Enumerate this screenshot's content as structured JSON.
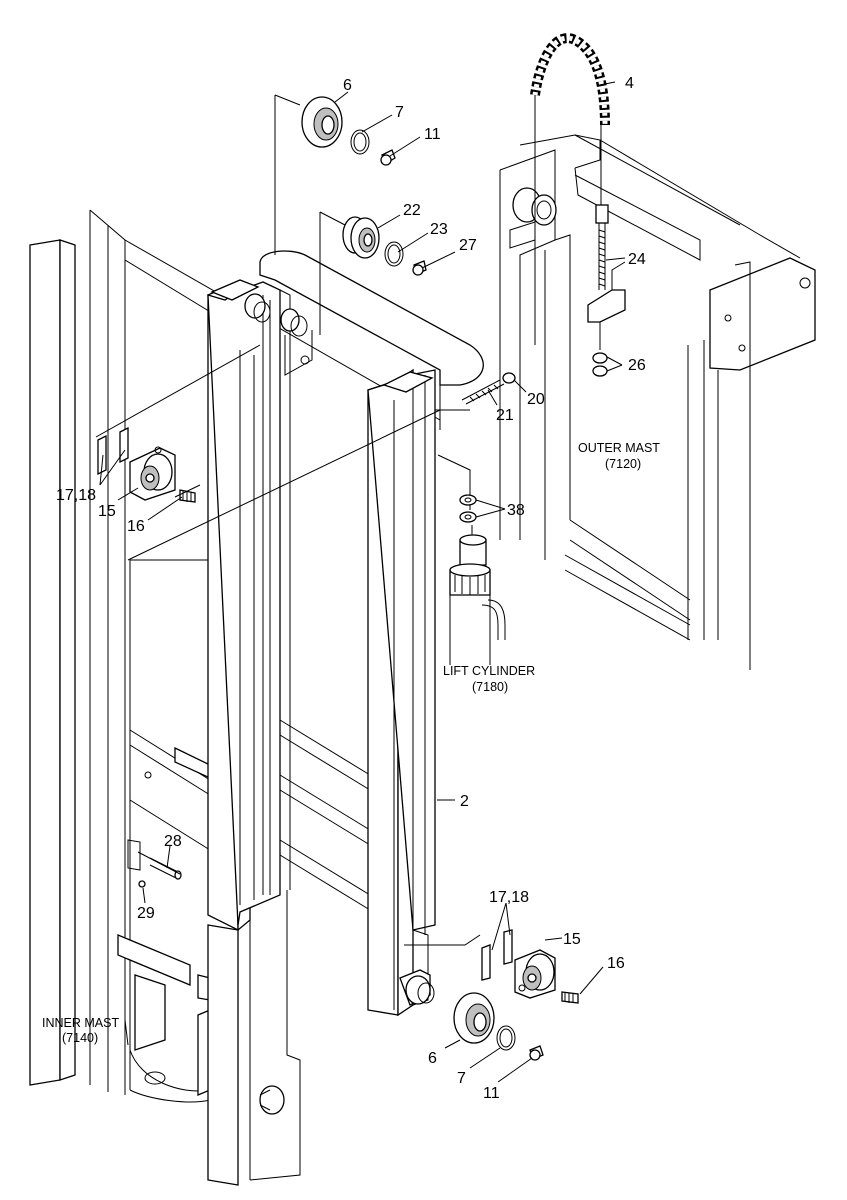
{
  "callouts": {
    "c4": "4",
    "c6_top": "6",
    "c7_top": "7",
    "c11_top": "11",
    "c22": "22",
    "c23": "23",
    "c27": "27",
    "c24": "24",
    "c26": "26",
    "c20": "20",
    "c21": "21",
    "c38": "38",
    "c17_18_left": "17,18",
    "c15_left": "15",
    "c16_left": "16",
    "c2": "2",
    "c28": "28",
    "c29": "29",
    "c17_18_right": "17,18",
    "c15_right": "15",
    "c16_right": "16",
    "c6_bottom": "6",
    "c7_bottom": "7",
    "c11_bottom": "11"
  },
  "captions": {
    "outer_mast_name": "OUTER MAST",
    "outer_mast_code": "(7120)",
    "lift_cylinder_name": "LIFT CYLINDER",
    "lift_cylinder_code": "(7180)",
    "inner_mast_name": "INNER MAST",
    "inner_mast_code": "(7140)"
  }
}
